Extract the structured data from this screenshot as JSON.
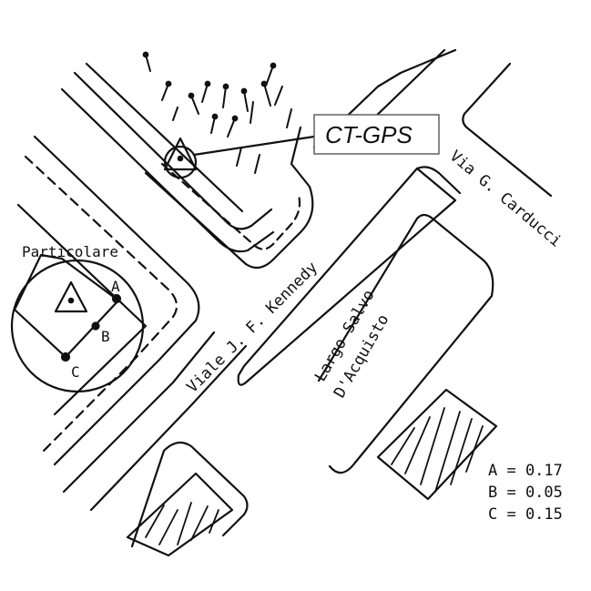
{
  "callout": {
    "label": "CT-GPS"
  },
  "streets": {
    "kennedy": "Viale J. F. Kennedy",
    "carducci": "Via G. Carducci",
    "largo_line1": "Largo Salvo",
    "largo_line2": "D'Acquisto"
  },
  "detail": {
    "title": "Particolare",
    "points": {
      "a": "A",
      "b": "B",
      "c": "C"
    }
  },
  "measurements": [
    "A = 0.17",
    "B = 0.05",
    "C = 0.15"
  ],
  "colors": {
    "ink": "#111111",
    "background": "#ffffff"
  },
  "icons": [
    "survey-triangle-icon",
    "survey-triangle-icon"
  ]
}
